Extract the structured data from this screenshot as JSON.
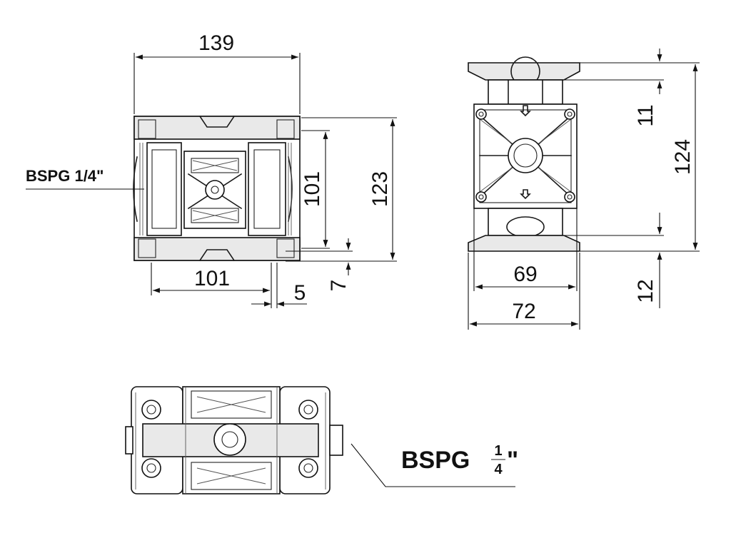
{
  "front_view": {
    "width_label": "139",
    "inner_height_label": "101",
    "total_height_label": "123",
    "bottom_width_label": "101",
    "offset_label": "5",
    "foot_label": "7",
    "port_label": "BSPG 1/4\""
  },
  "side_view": {
    "top_offset_label": "11",
    "total_height_label": "124",
    "inner_width_label": "69",
    "total_width_label": "72",
    "bottom_offset_label": "12"
  },
  "top_view": {
    "port_label_prefix": "BSPG",
    "port_fraction_num": "1",
    "port_fraction_den": "4",
    "port_fraction_suffix": "\""
  }
}
